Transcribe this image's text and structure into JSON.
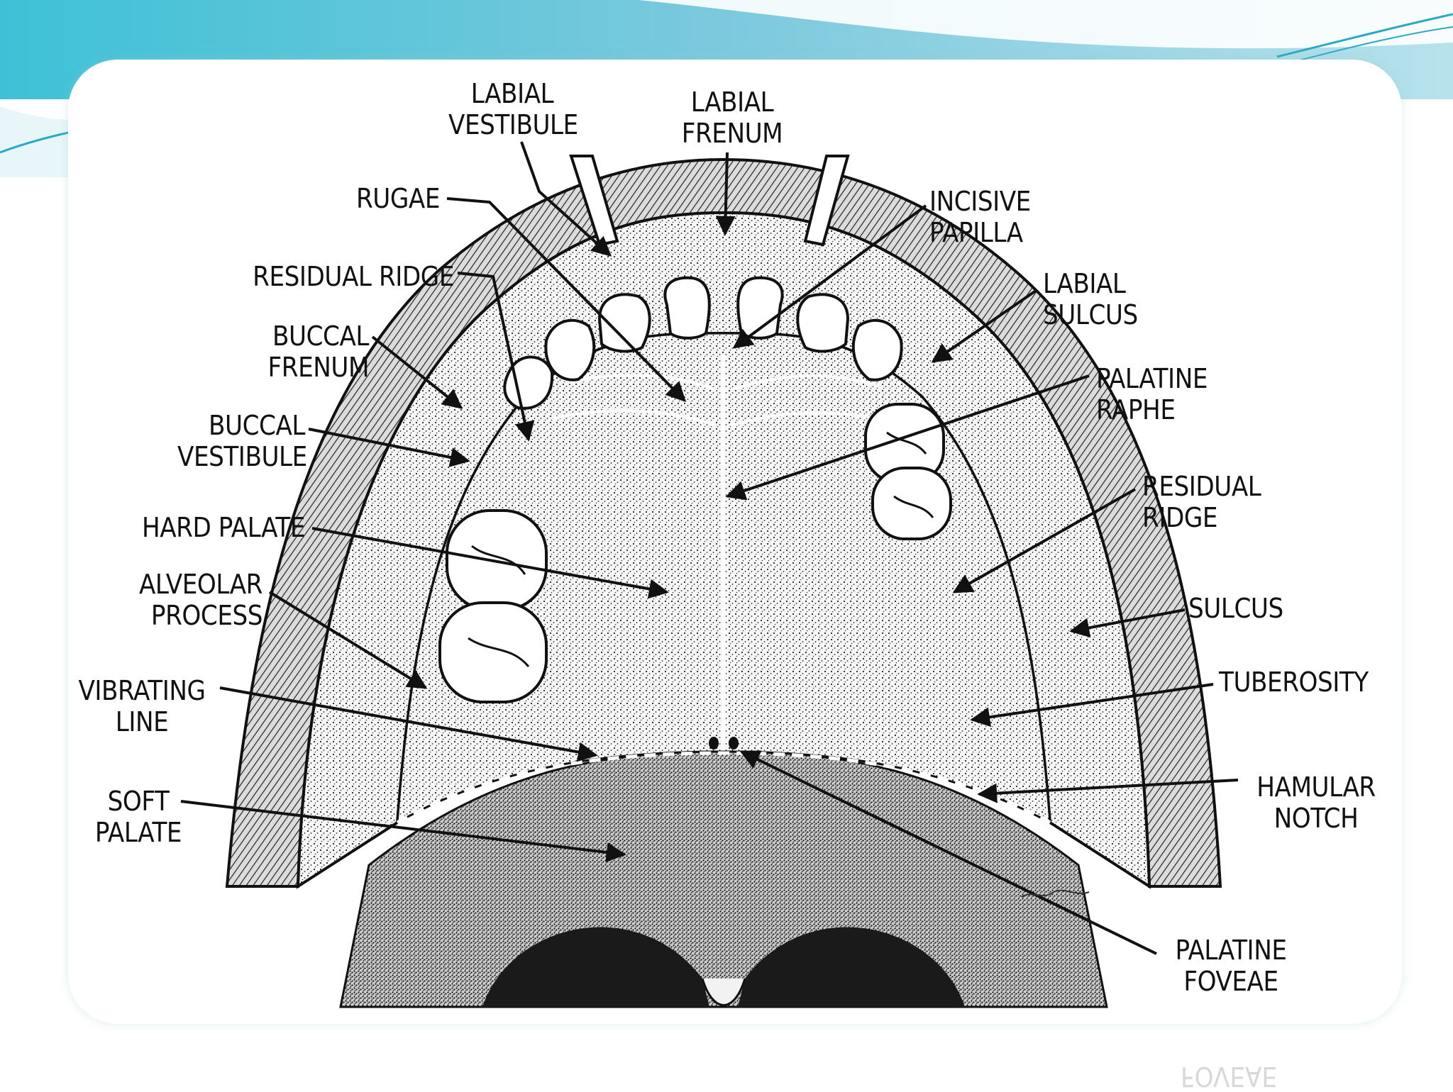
{
  "labels": {
    "labial_vestibule": "LABIAL VESTIBULE",
    "labial_frenum": "LABIAL FRENUM",
    "rugae": "RUGAE",
    "incisive_papilla": "INCISIVE PAPILLA",
    "residual_ridge_left": "RESIDUAL RIDGE",
    "labial_sulcus": "LABIAL SULCUS",
    "buccal_frenum": "BUCCAL FRENUM",
    "palatine_raphe": "PALATINE RAPHE",
    "buccal_vestibule": "BUCCAL VESTIBULE",
    "residual_ridge_right": "RESIDUAL RIDGE",
    "hard_palate": "HARD PALATE",
    "alveolar_process": "ALVEOLAR PROCESS",
    "sulcus": "SULCUS",
    "vibrating_line": "VIBRATING LINE",
    "tuberosity": "TUBEROSITY",
    "hamular_notch": "HAMULAR NOTCH",
    "soft_palate": "SOFT PALATE",
    "palatine_foveae": "PALATINE FOVEAE"
  },
  "reflection_text": "FOVEAE",
  "colors": {
    "background_cyan": "#5cc4d9",
    "background_white": "#ffffff",
    "ink": "#111111",
    "tooth": "#ffffff"
  }
}
